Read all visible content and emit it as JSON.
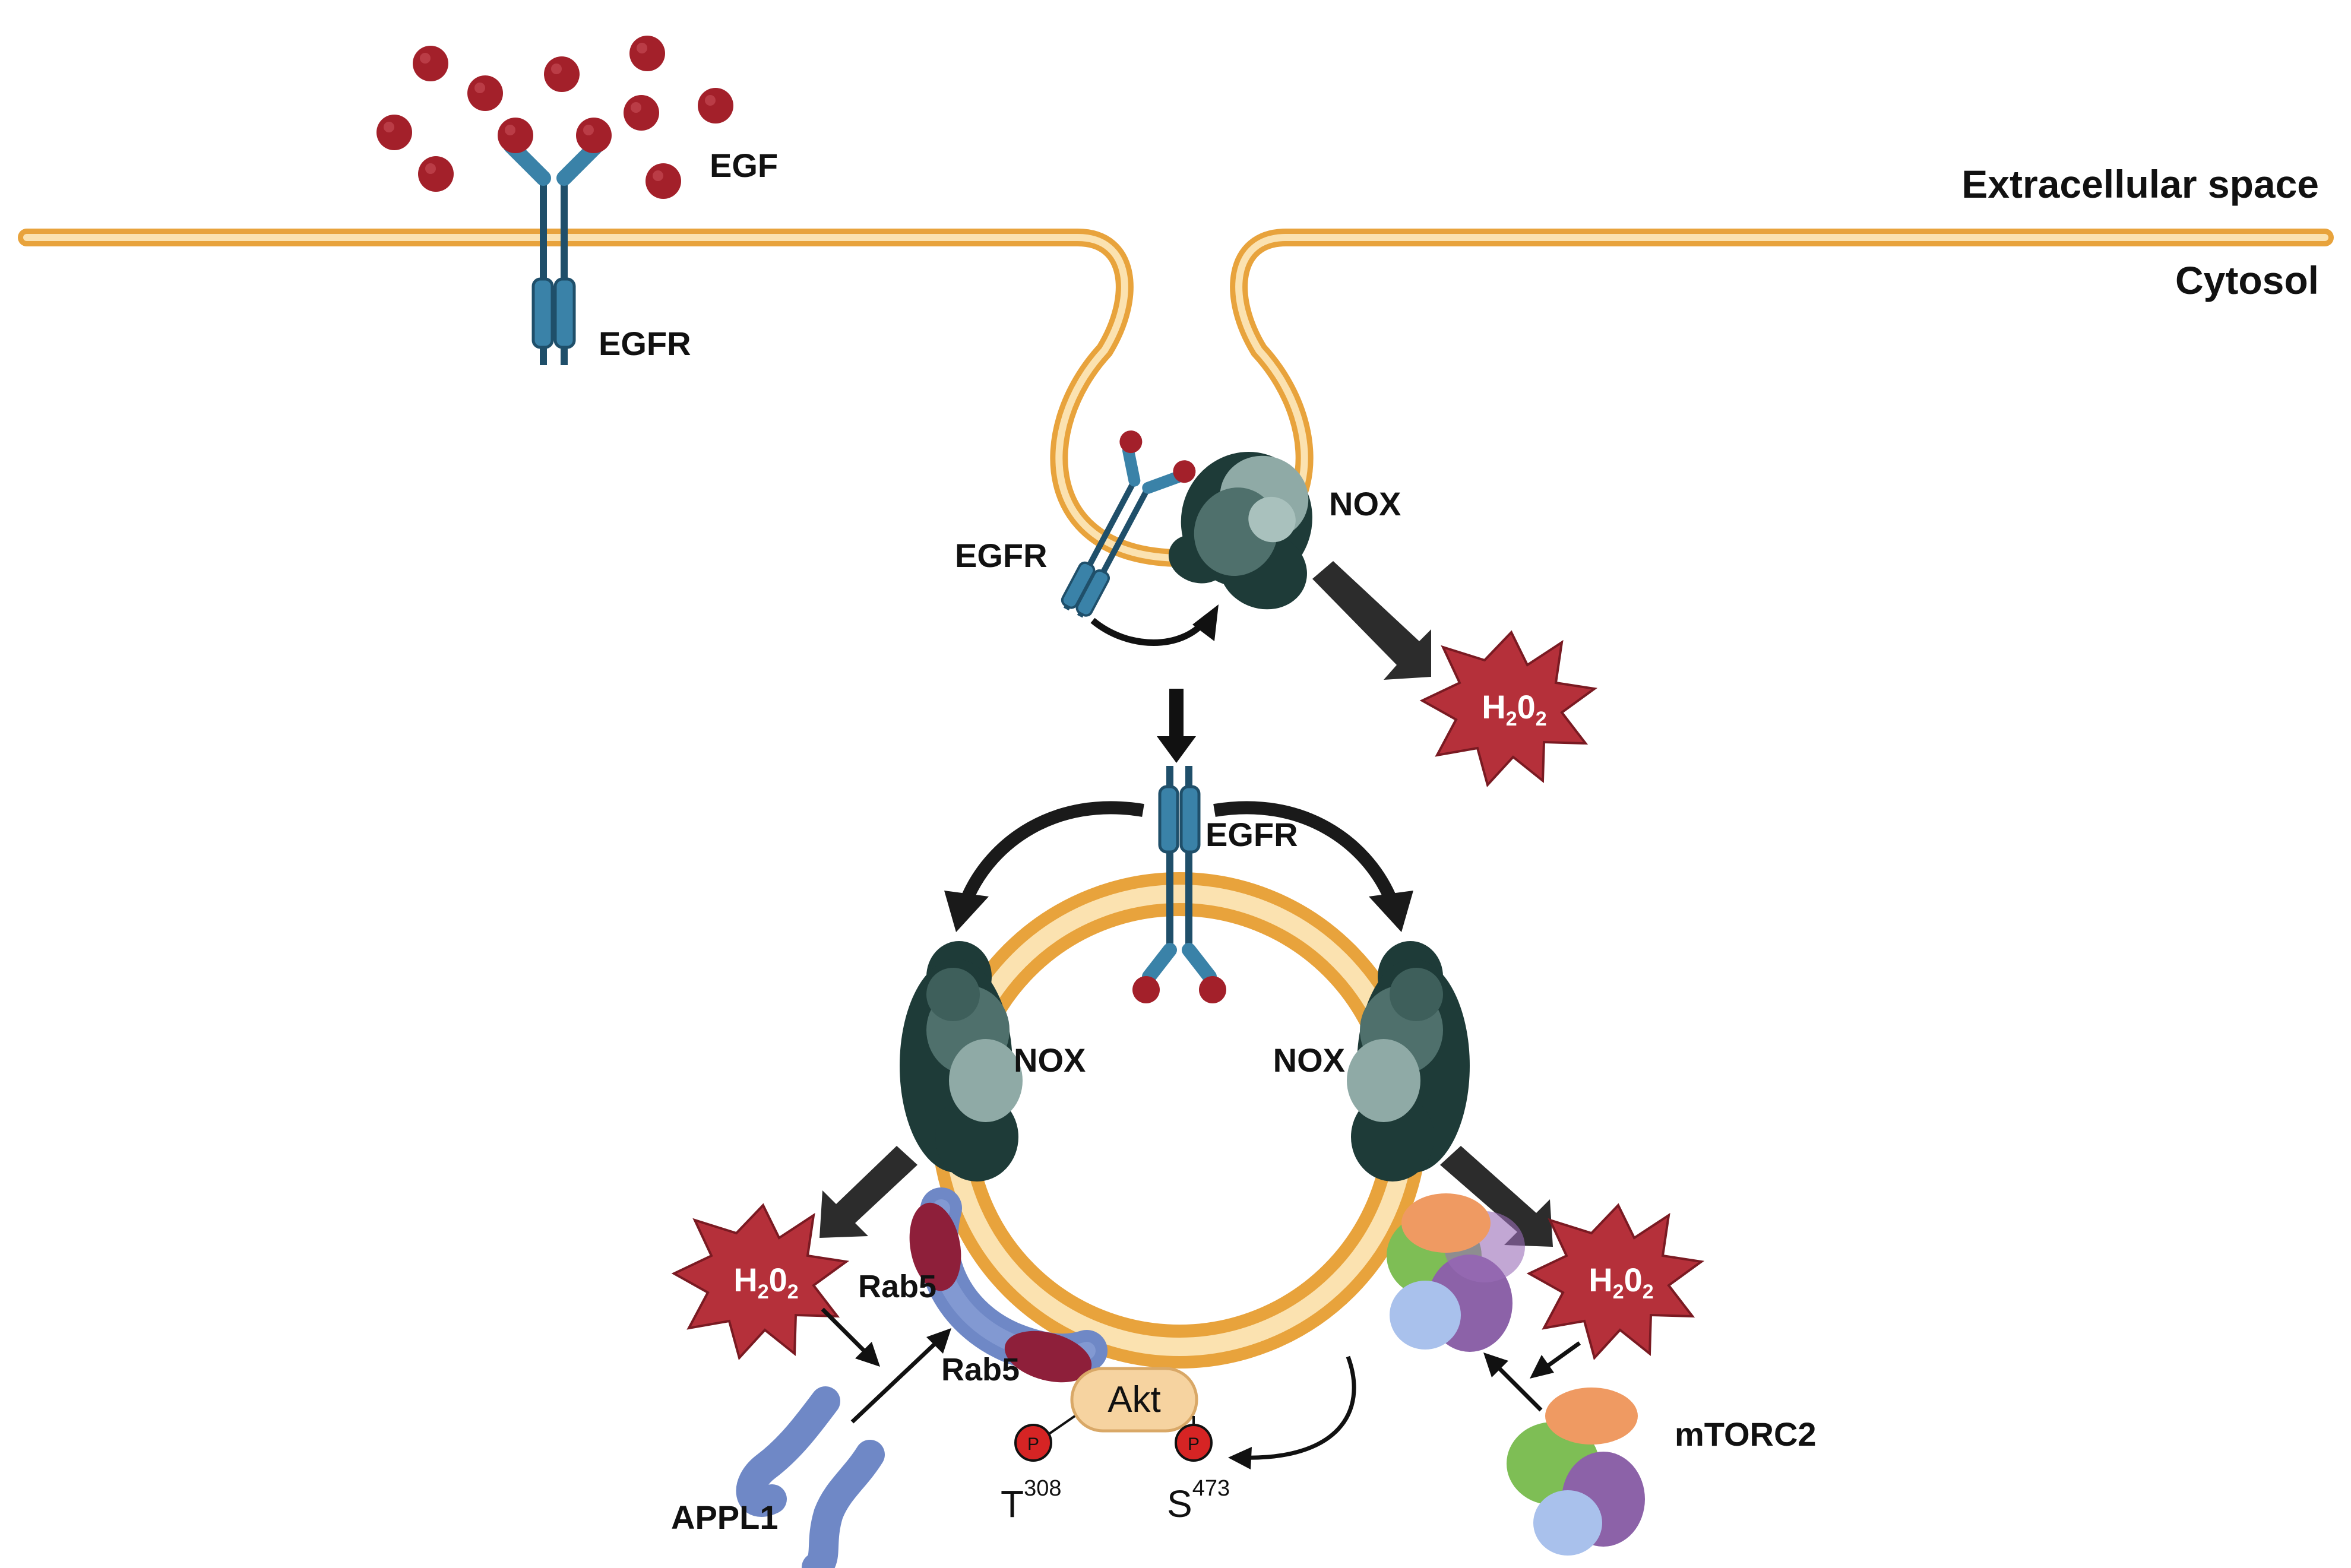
{
  "labels": {
    "egf": "EGF",
    "extracellular": "Extracellular space",
    "cytosol": "Cytosol",
    "egfr_surface": "EGFR",
    "egfr_pit": "EGFR",
    "egfr_endosome": "EGFR",
    "nox_pit": "NOX",
    "nox_left": "NOX",
    "nox_right": "NOX",
    "rab5_upper": "Rab5",
    "rab5_lower": "Rab5",
    "akt": "Akt",
    "phospho": "P",
    "t_site": "T",
    "t_site_number": "308",
    "s_site": "S",
    "s_site_number": "473",
    "appl1": "APPL1",
    "mtorc2": "mTORC2"
  },
  "h2o2": {
    "h": "H",
    "sub1": "2",
    "o": "0",
    "sub2": "2"
  },
  "colors": {
    "membrane": "#E8A33C",
    "membrane_inner": "#FBE2B0",
    "egf": "#A3202A",
    "egfr": "#3A82A8",
    "egfr_dark": "#1F4F6A",
    "nox_dark": "#1E3B38",
    "nox_mid": "#4F706C",
    "nox_light": "#8FAAA6",
    "h2o2_fill": "#B5303A",
    "rab5": "#8E1F3A",
    "appl1": "#6F88C6",
    "akt": "#F6D3A0",
    "phospho": "#D62424",
    "mtorc2_green": "#7EBE55",
    "mtorc2_orange": "#EF9A62",
    "mtorc2_purple": "#8C62A8",
    "mtorc2_blue": "#A9C1EC"
  }
}
